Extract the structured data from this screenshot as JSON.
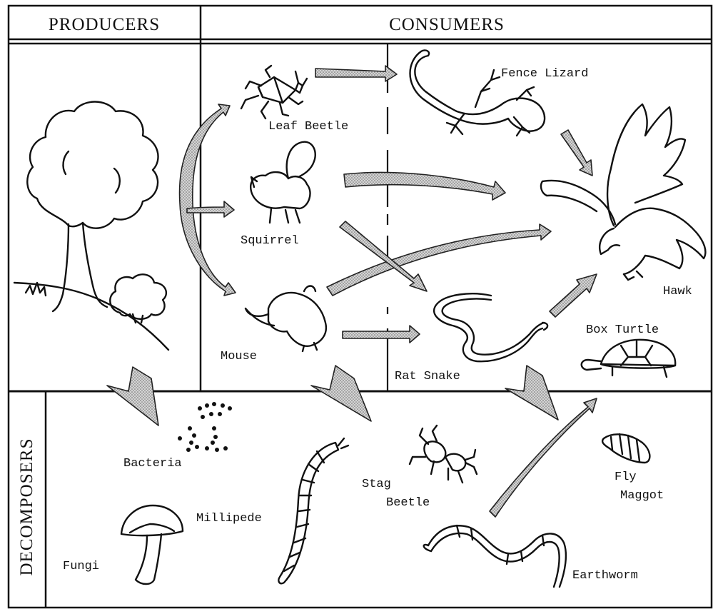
{
  "headers": {
    "producers": "PRODUCERS",
    "consumers": "CONSUMERS",
    "decomposers": "DECOMPOSERS"
  },
  "organisms": {
    "leaf_beetle": "Leaf Beetle",
    "fence_lizard": "Fence Lizard",
    "squirrel": "Squirrel",
    "hawk": "Hawk",
    "mouse": "Mouse",
    "rat_snake": "Rat Snake",
    "box_turtle": "Box Turtle",
    "bacteria": "Bacteria",
    "millipede": "Millipede",
    "stag_beetle_1": "Stag",
    "stag_beetle_2": "Beetle",
    "fly_maggot_1": "Fly",
    "fly_maggot_2": "Maggot",
    "fungi": "Fungi",
    "earthworm": "Earthworm"
  },
  "colors": {
    "ink": "#111111",
    "arrow_fill": "stipple gray",
    "background": "#ffffff"
  }
}
